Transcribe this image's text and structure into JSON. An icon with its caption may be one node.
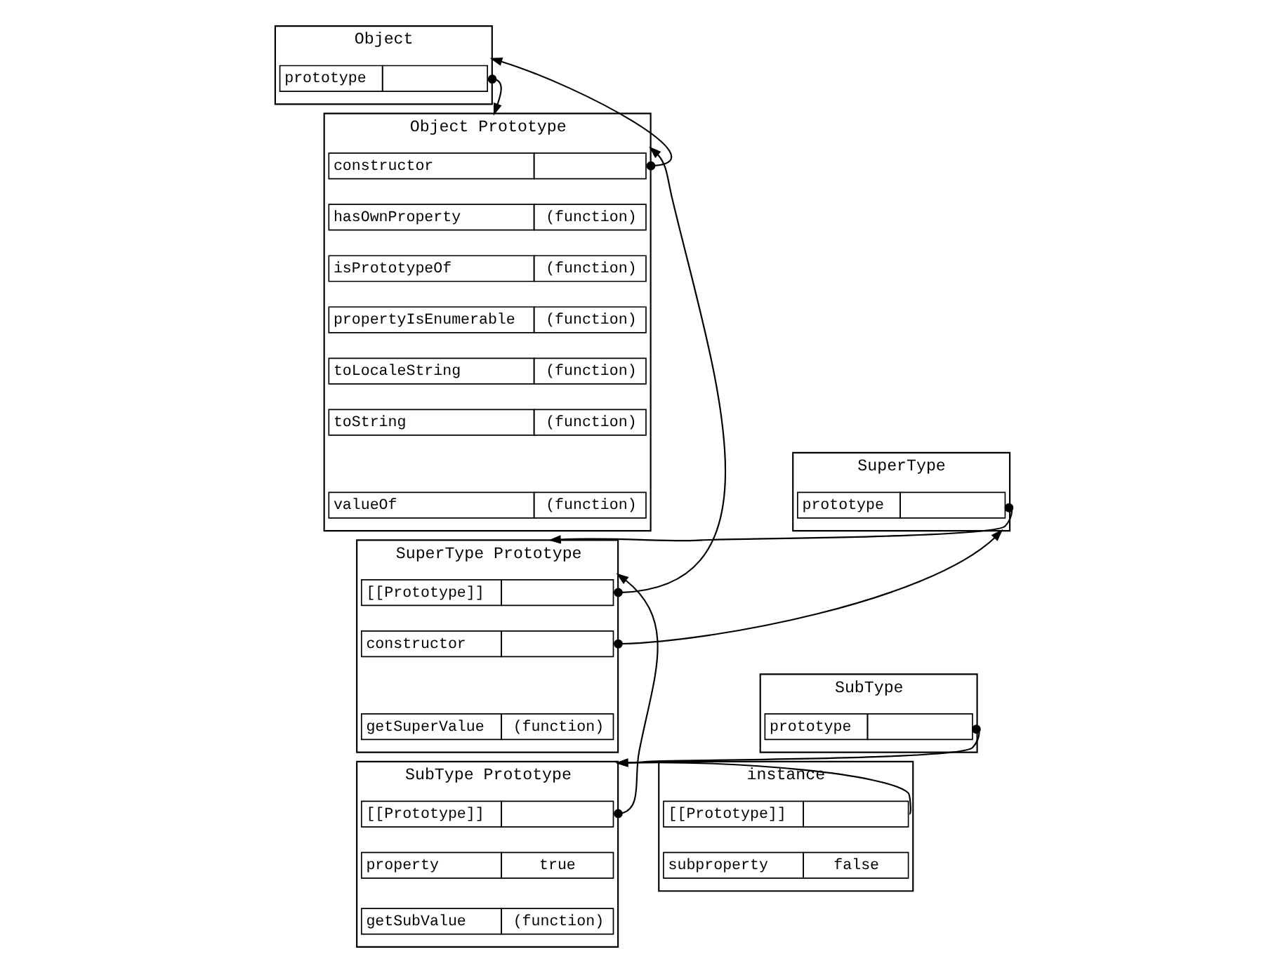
{
  "diagram": {
    "nodes": [
      {
        "text": [
          "Object"
        ]
      },
      {
        "text": [
          "prototype"
        ],
        "in": 0
      },
      {
        "text": [
          "Object Prototype"
        ]
      },
      {
        "text": [
          "constructor"
        ],
        "in": 2
      },
      {
        "text": [
          "hasOwnProperty",
          "(function)"
        ],
        "in": 2
      },
      {
        "text": [
          "isPrototypeOf",
          "(function)"
        ],
        "in": 2
      },
      {
        "text": [
          "propertyIsEnumerable",
          "(function)"
        ],
        "in": 2
      },
      {
        "text": [
          "toLocaleString",
          "(function)"
        ],
        "in": 2
      },
      {
        "text": [
          "toString",
          "(function)"
        ],
        "in": 2
      },
      {
        "text": [
          "valueOf",
          "(function)"
        ],
        "in": 2
      },
      {
        "text": [
          "SuperType"
        ]
      },
      {
        "text": [
          "prototype"
        ],
        "in": 10
      },
      {
        "text": [
          "SuperType Prototype"
        ]
      },
      {
        "text": [
          "[[Prototype]]"
        ],
        "in": 12
      },
      {
        "text": [
          "constructor"
        ],
        "in": 12
      },
      {
        "text": [
          "getSuperValue",
          "(function)"
        ],
        "in": 12
      },
      {
        "text": [
          "SubType"
        ]
      },
      {
        "text": [
          "prototype"
        ],
        "in": 16
      },
      {
        "text": [
          "SubType Prototype"
        ]
      },
      {
        "text": [
          "[[Prototype]]"
        ],
        "in": 18
      },
      {
        "text": [
          "property",
          "true"
        ],
        "in": 18
      },
      {
        "text": [
          "getSubValue",
          "(function)"
        ],
        "in": 18
      },
      {
        "text": [
          "instance"
        ]
      },
      {
        "text": [
          "[[Prototype]]"
        ],
        "in": 22
      },
      {
        "text": [
          "subproperty",
          "false"
        ],
        "in": 22
      }
    ],
    "edges": [
      {
        "from": 1,
        "to": 2,
        "arrow": "to"
      },
      {
        "from": 3,
        "to": 0,
        "arrow": "to"
      },
      {
        "from": 11,
        "to": 12,
        "arrow": "to"
      },
      {
        "from": 13,
        "to": 2,
        "arrow": "to"
      },
      {
        "from": 14,
        "to": 10,
        "arrow": "to"
      },
      {
        "from": 17,
        "to": 18,
        "arrow": "to"
      },
      {
        "from": 19,
        "to": 12,
        "arrow": "to"
      },
      {
        "from": 23,
        "to": 18,
        "arrow": "to"
      }
    ]
  }
}
